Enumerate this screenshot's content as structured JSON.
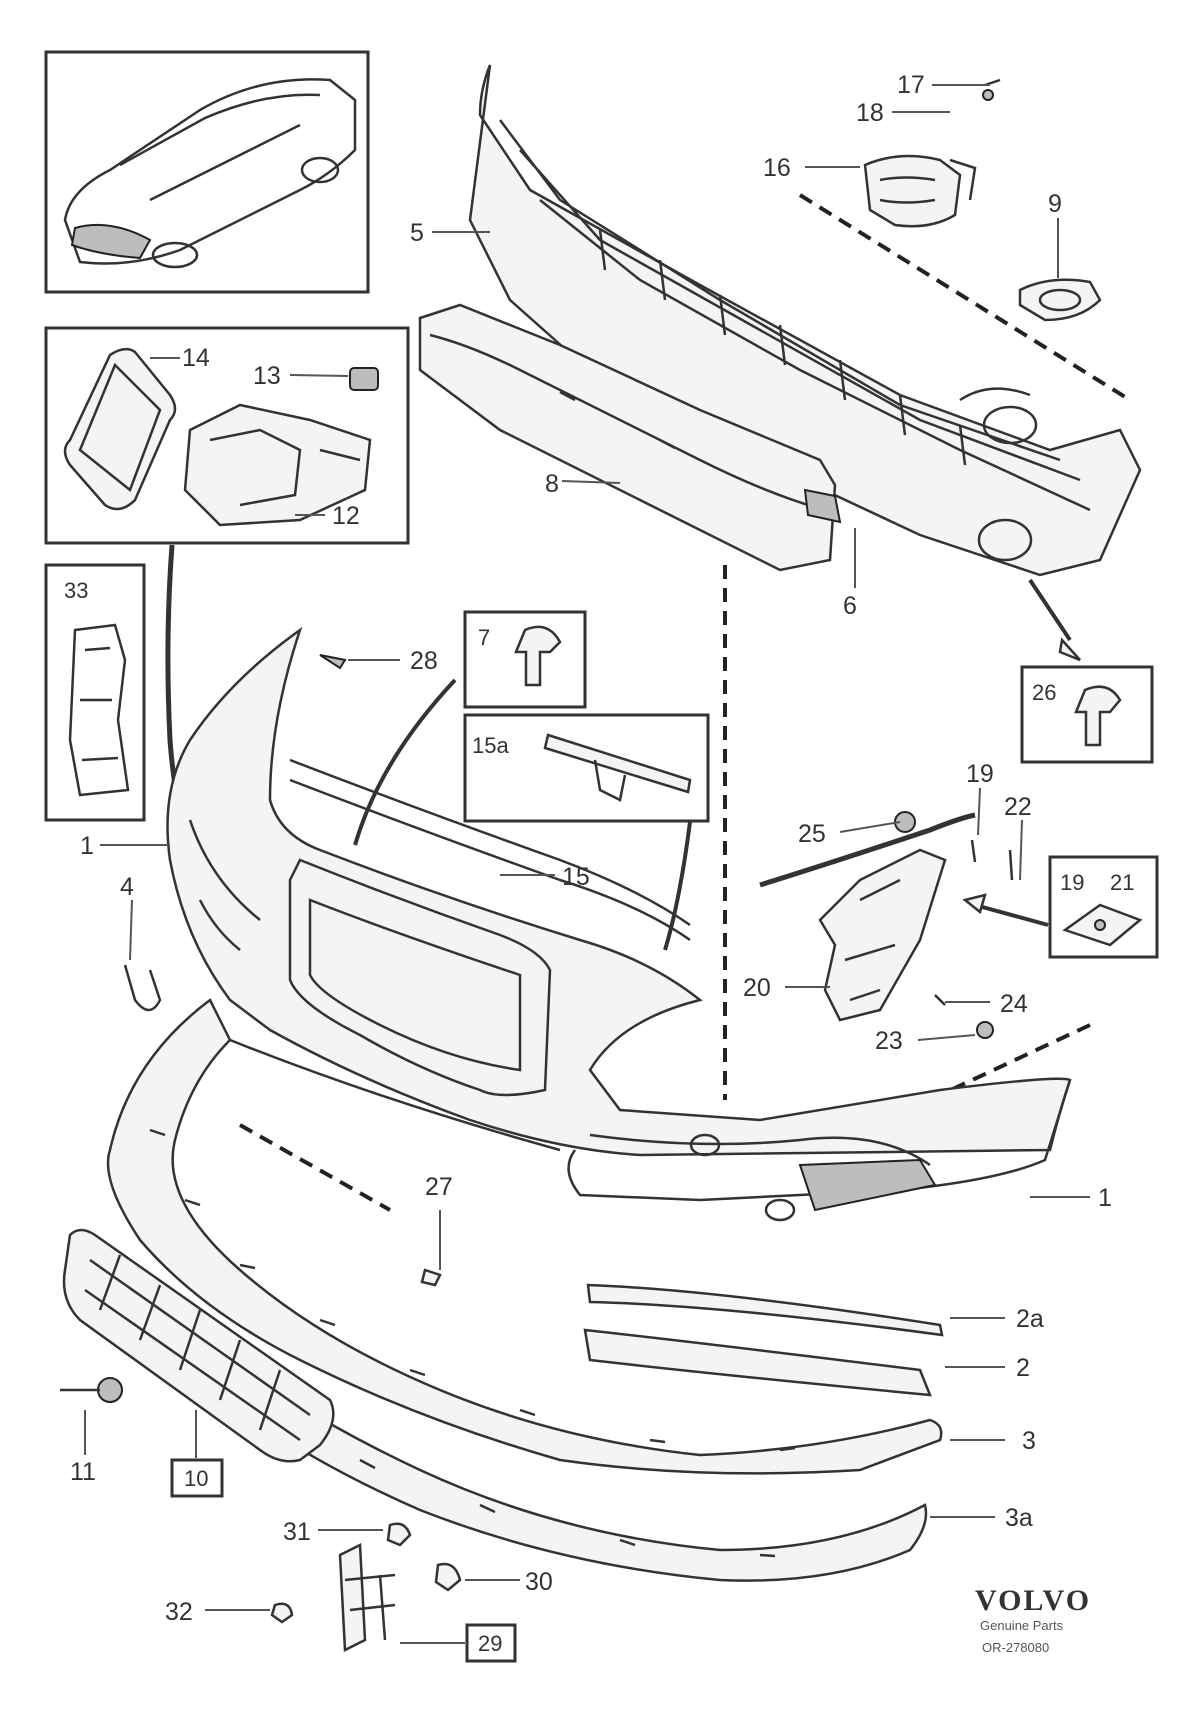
{
  "callouts": {
    "c1a": "1",
    "c1b": "1",
    "c2": "2",
    "c2a": "2a",
    "c3": "3",
    "c3a": "3a",
    "c4": "4",
    "c5": "5",
    "c6": "6",
    "c7": "7",
    "c8": "8",
    "c9": "9",
    "c10": "10",
    "c11": "11",
    "c12": "12",
    "c13": "13",
    "c14": "14",
    "c15": "15",
    "c15a": "15a",
    "c16": "16",
    "c17": "17",
    "c18": "18",
    "c19": "19",
    "c19b": "19",
    "c20": "20",
    "c21": "21",
    "c22": "22",
    "c23": "23",
    "c24": "24",
    "c25": "25",
    "c26": "26",
    "c27": "27",
    "c28": "28",
    "c29": "29",
    "c30": "30",
    "c31": "31",
    "c32": "32",
    "c33": "33"
  },
  "footer": {
    "brand": "VOLVO",
    "subtitle": "Genuine Parts",
    "code": "OR-278080"
  }
}
